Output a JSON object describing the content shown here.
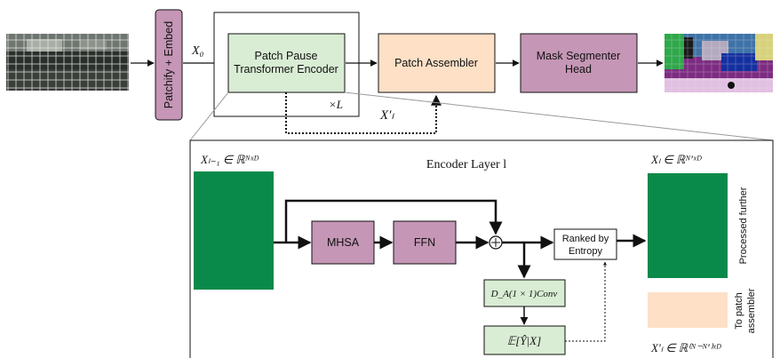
{
  "top_row": {
    "patchify_label": "Patchify + Embed",
    "x0_label": "X₀",
    "encoder_line1": "Patch Pause",
    "encoder_line2": "Transformer Encoder",
    "repeat_label": "×L",
    "assembler_label": "Patch Assembler",
    "segmenter_line1": "Mask Segmenter",
    "segmenter_line2": "Head",
    "xl_prime_label": "X′ₗ"
  },
  "detail": {
    "title": "Encoder Layer l",
    "input_label": "Xₗ₋₁ ∈ ℝᴺˣᴰ",
    "mhsa_label": "MHSA",
    "ffn_label": "FFN",
    "ranked_line1": "Ranked by",
    "ranked_line2": "Entropy",
    "conv_label": "D_A(1 × 1)Conv",
    "entropy_label": "𝔼[Ŷ|X]",
    "output_label": "Xₗ ∈ ℝᴺ′ˣᴰ",
    "processed_label": "Processed further",
    "to_patch_line1": "To patch",
    "to_patch_line2": "assembler",
    "paused_label": "X′ₗ ∈ ℝ⁽ᴺ⁻ᴺ′⁾ˣᴰ"
  },
  "colors": {
    "green_fill": "#0a8a4a",
    "encoder_fill": "#d9ecd4",
    "assembler_fill": "#fde0c6",
    "purple_fill": "#c596b6",
    "paused_fill": "#fde0c6"
  }
}
